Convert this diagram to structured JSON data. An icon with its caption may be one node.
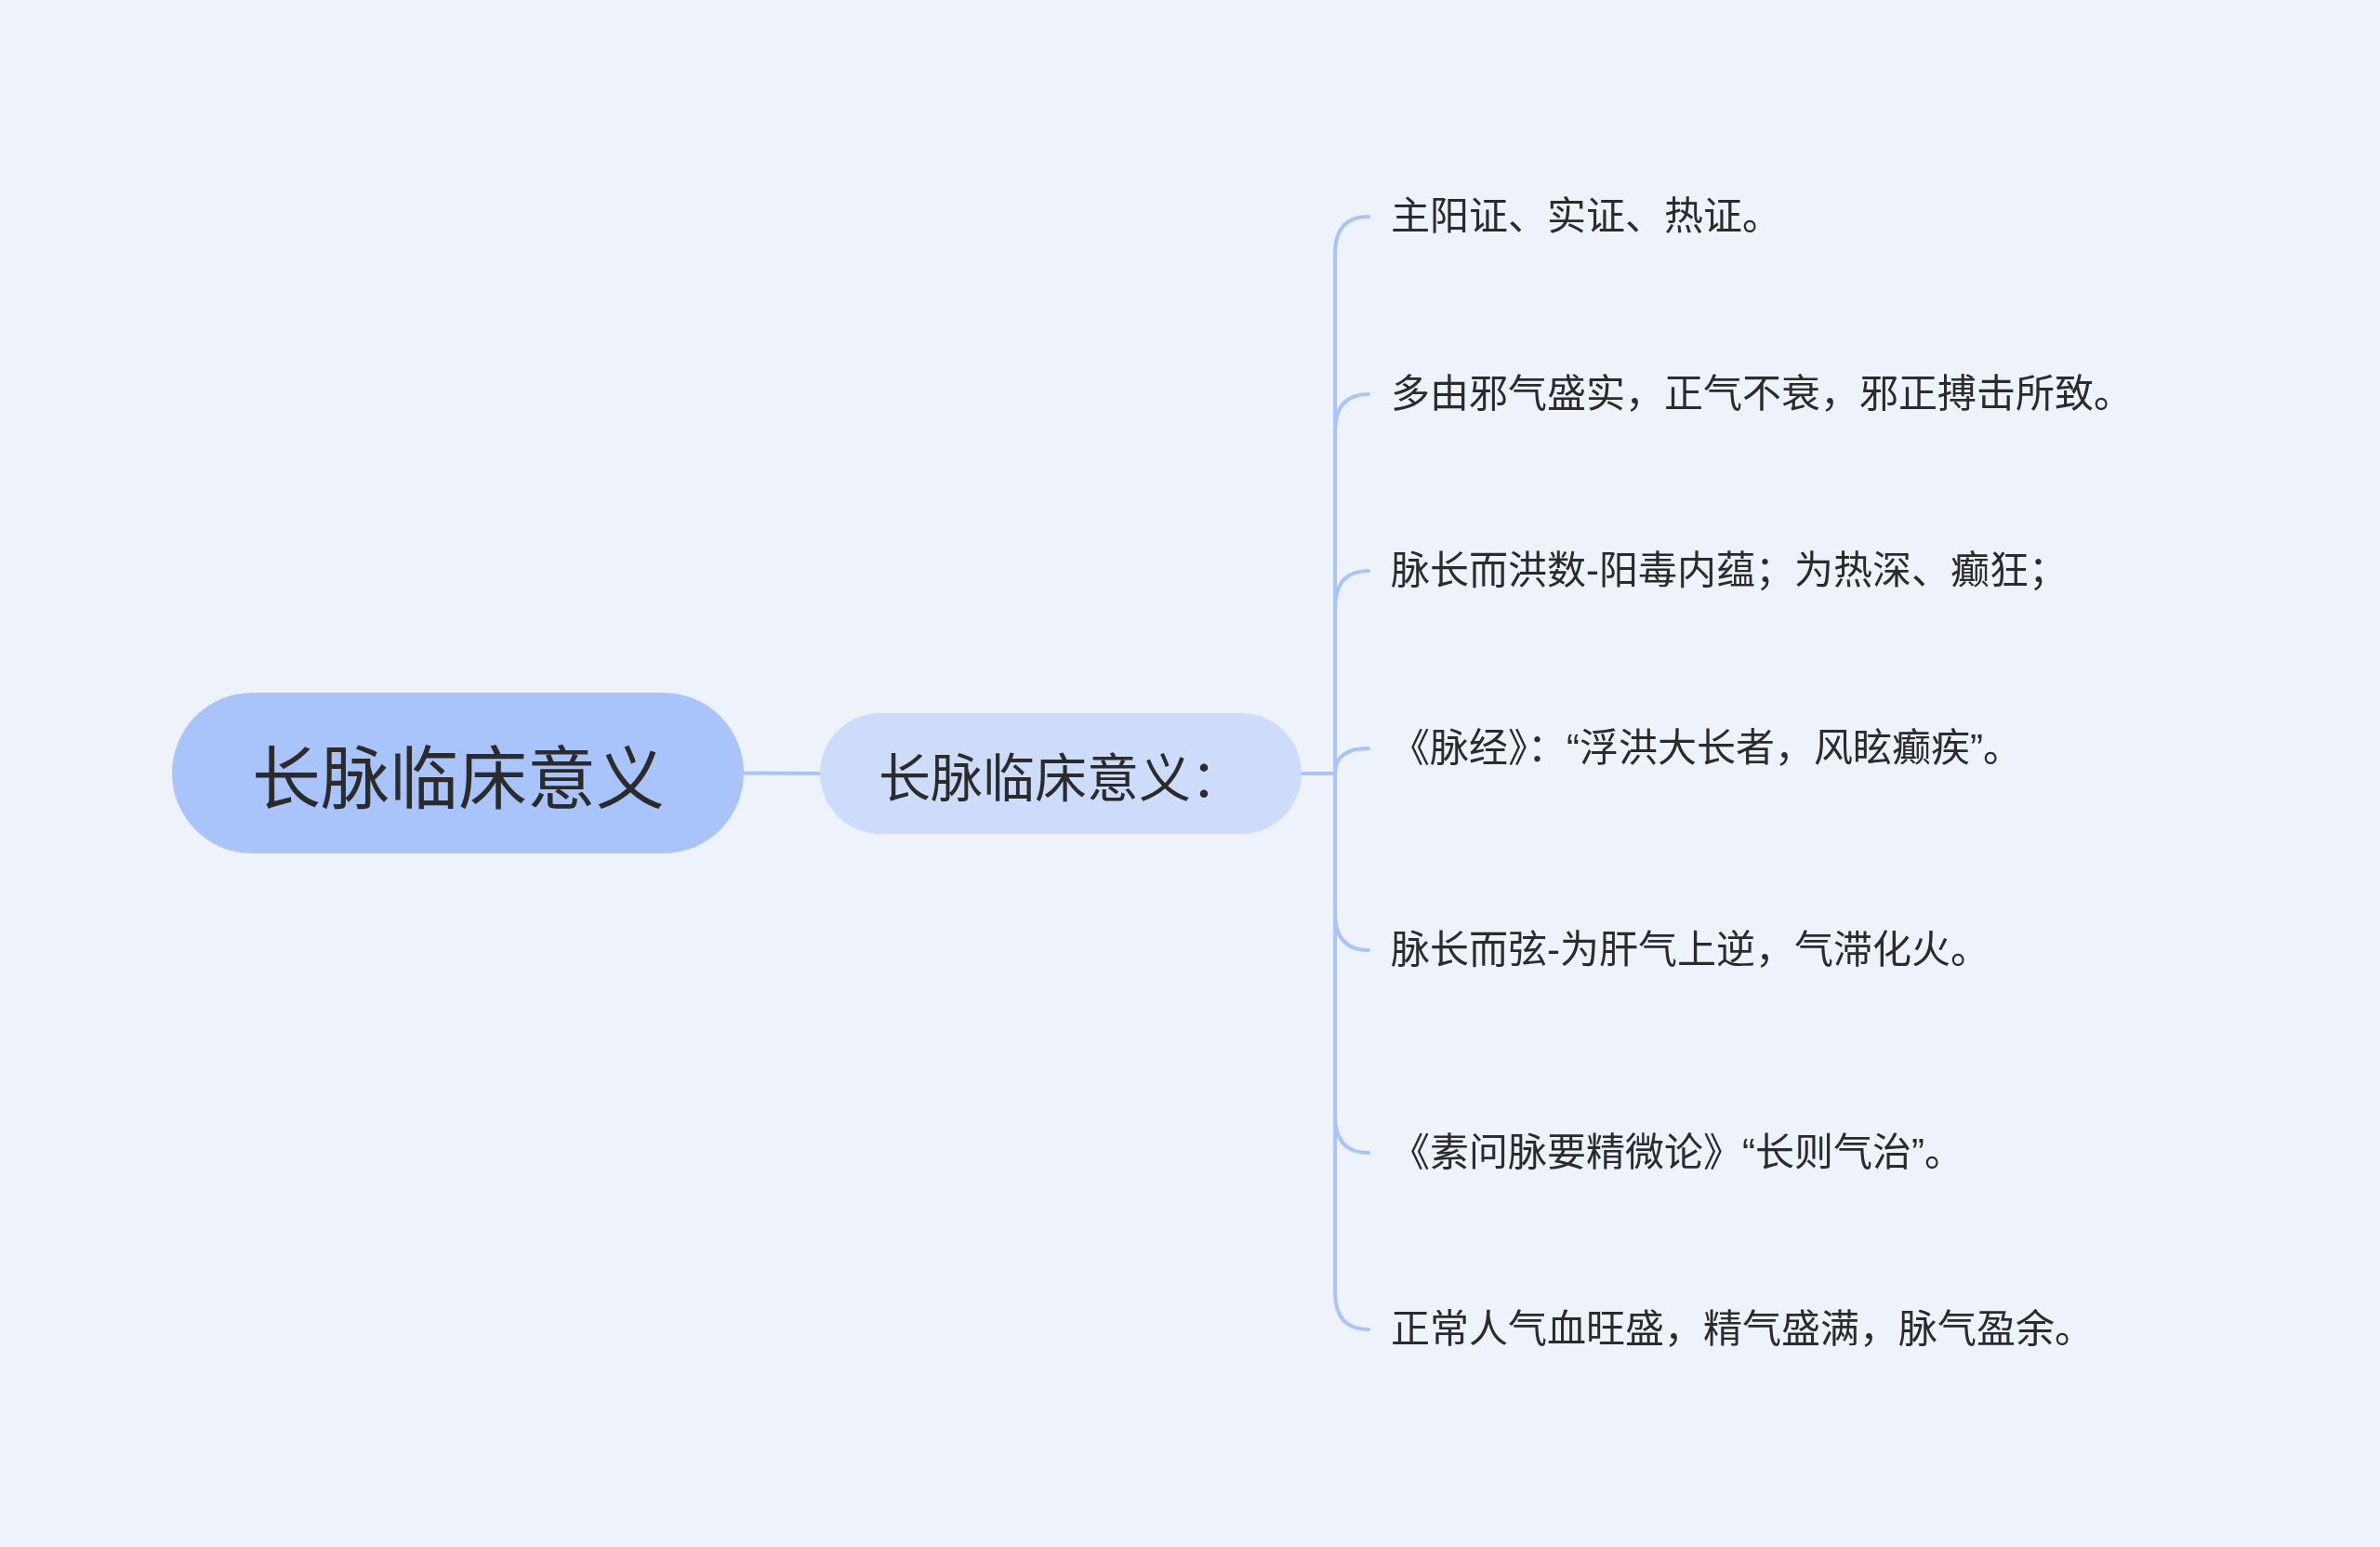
{
  "diagram": {
    "nodes": [
      {
        "text": [
          "长脉临床意义"
        ]
      },
      {
        "text": [
          "长脉临床意义："
        ]
      },
      {
        "text": [
          "主阳证、实证、热证。"
        ]
      },
      {
        "text": [
          "多由邪气盛实，正气不衰，邪正搏击所致。"
        ]
      },
      {
        "text": [
          "脉长而洪数-阳毒内蕴；为热深、癫狂；"
        ]
      },
      {
        "text": [
          "《脉经》：“浮洪大长者，风眩癫疾”。"
        ]
      },
      {
        "text": [
          "脉长而弦-为肝气上逆，气滞化火。"
        ]
      },
      {
        "text": [
          "《素问脉要精微论》“长则气治”。"
        ]
      },
      {
        "text": [
          "正常人气血旺盛，精气盛满，脉气盈余。"
        ]
      }
    ],
    "edges": [
      {
        "from": 0,
        "to": 1,
        "arrow": "none"
      },
      {
        "from": 1,
        "to": 2,
        "arrow": "none"
      },
      {
        "from": 1,
        "to": 3,
        "arrow": "none"
      },
      {
        "from": 1,
        "to": 4,
        "arrow": "none"
      },
      {
        "from": 1,
        "to": 5,
        "arrow": "none"
      },
      {
        "from": 1,
        "to": 6,
        "arrow": "none"
      },
      {
        "from": 1,
        "to": 7,
        "arrow": "none"
      },
      {
        "from": 1,
        "to": 8,
        "arrow": "none"
      }
    ]
  }
}
